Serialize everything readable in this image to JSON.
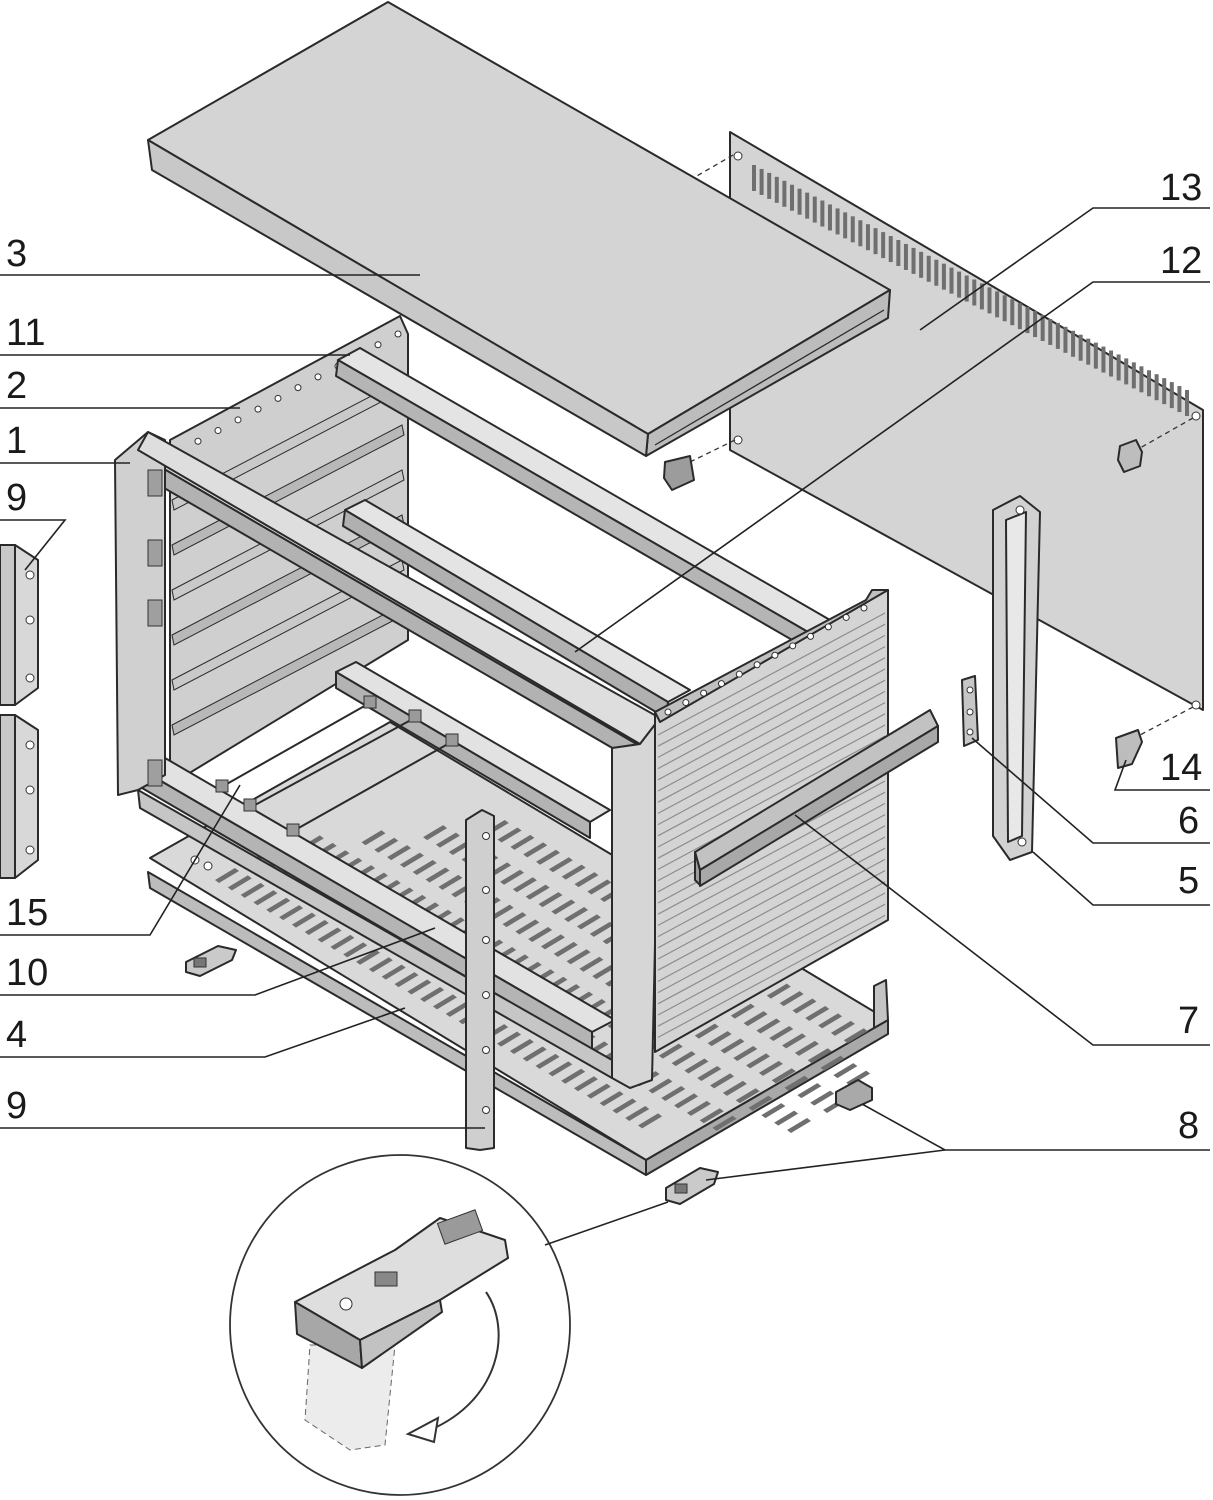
{
  "colors": {
    "panel": "#d4d4d4",
    "panel_light": "#e4e4e4",
    "panel_dark": "#a9a9a9",
    "slot": "#6f6f6f",
    "outline": "#2a2a2a"
  },
  "callouts": {
    "n13": "13",
    "n12": "12",
    "n3": "3",
    "n11": "11",
    "n2": "2",
    "n1": "1",
    "n9_top": "9",
    "n15": "15",
    "n10": "10",
    "n4": "4",
    "n9_bottom": "9",
    "n14": "14",
    "n6": "6",
    "n5": "5",
    "n7": "7",
    "n8": "8"
  },
  "parts": {
    "top_cover": "cover-plate",
    "rear_panel": "perforated-rear-panel",
    "side_wall": "side-wall",
    "front_frame": "front-frame",
    "bottom_cover": "perforated-bottom-cover",
    "detail": "magnified-foot-detail"
  }
}
